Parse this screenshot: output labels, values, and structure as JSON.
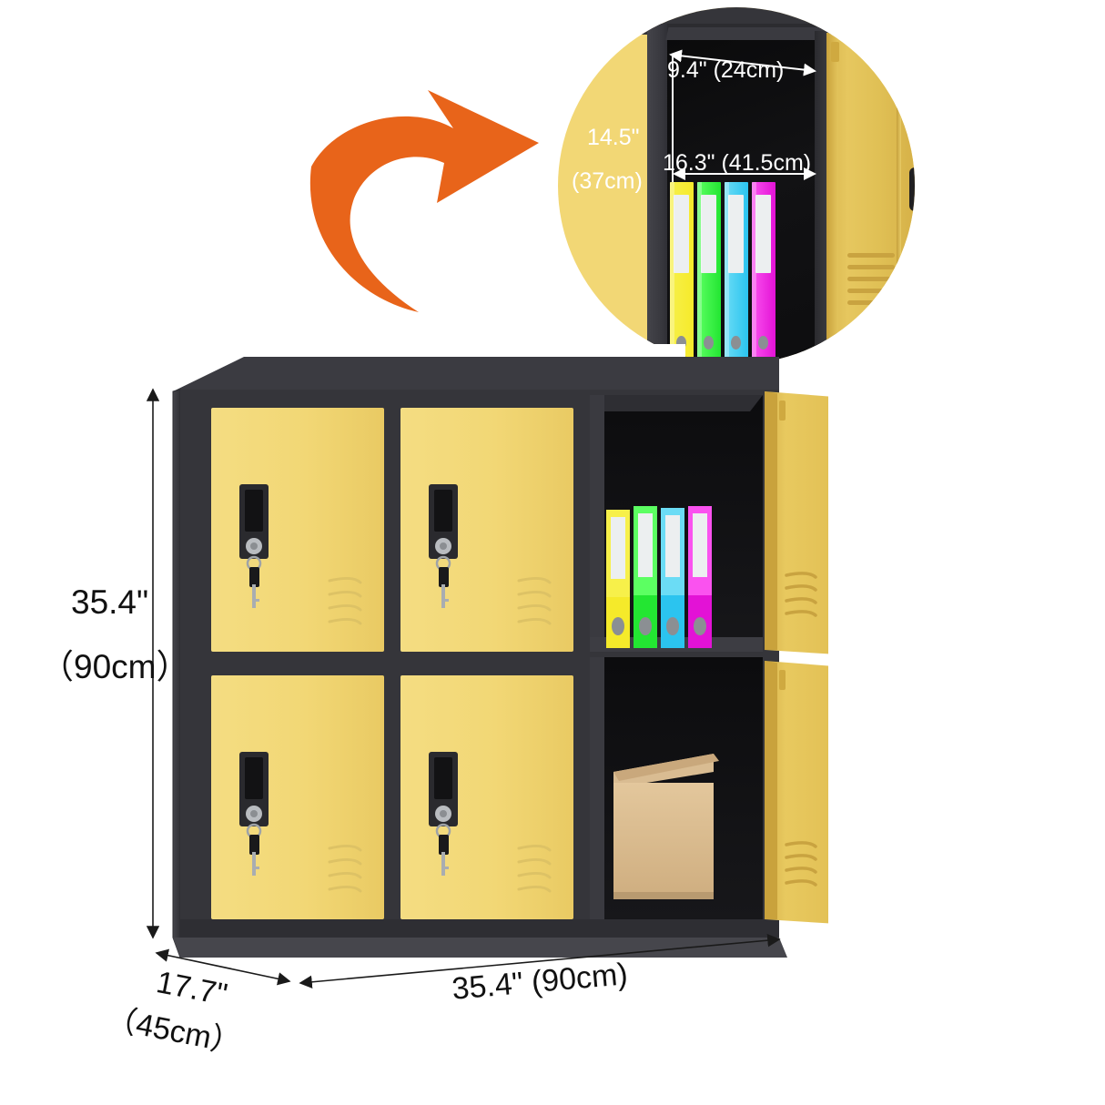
{
  "product": {
    "name": "4-door metal storage locker cabinet",
    "body_color": "#35353a",
    "door_color": "#f2d775",
    "accent_arrow_color": "#e8641a"
  },
  "overall_dimensions": {
    "height_label": "35.4\"",
    "height_metric": "（90cm）",
    "width_label": "35.4\" (90cm)",
    "depth_label": "17.7\"",
    "depth_metric": "（45cm）"
  },
  "compartment_dimensions": {
    "depth_label": "9.4\" (24cm)",
    "width_label": "16.3\" (41.5cm)",
    "height_label": "14.5\"",
    "height_metric": "(37cm)"
  },
  "detail_callout": {
    "name": "interior-compartment-closeup",
    "arrow": "curved-arrow-right"
  },
  "contents": {
    "binders": [
      {
        "name": "binder-yellow",
        "color": "#f5ea2a"
      },
      {
        "name": "binder-green",
        "color": "#2df03a"
      },
      {
        "name": "binder-cyan",
        "color": "#3ecdf0"
      },
      {
        "name": "binder-magenta",
        "color": "#ec2ae0"
      }
    ],
    "box": {
      "name": "cardboard-box",
      "color": "#d8b98c"
    }
  },
  "cabinet_layout": {
    "columns": 3,
    "rows": 2,
    "closed_doors": 4,
    "open_doors": 2,
    "shelf_count": 1
  },
  "door_features": {
    "handle": "recessed-handle-plate",
    "lock": "key-lock-cylinder",
    "keys": "hanging-key-pair",
    "vents": "louver-slots"
  }
}
